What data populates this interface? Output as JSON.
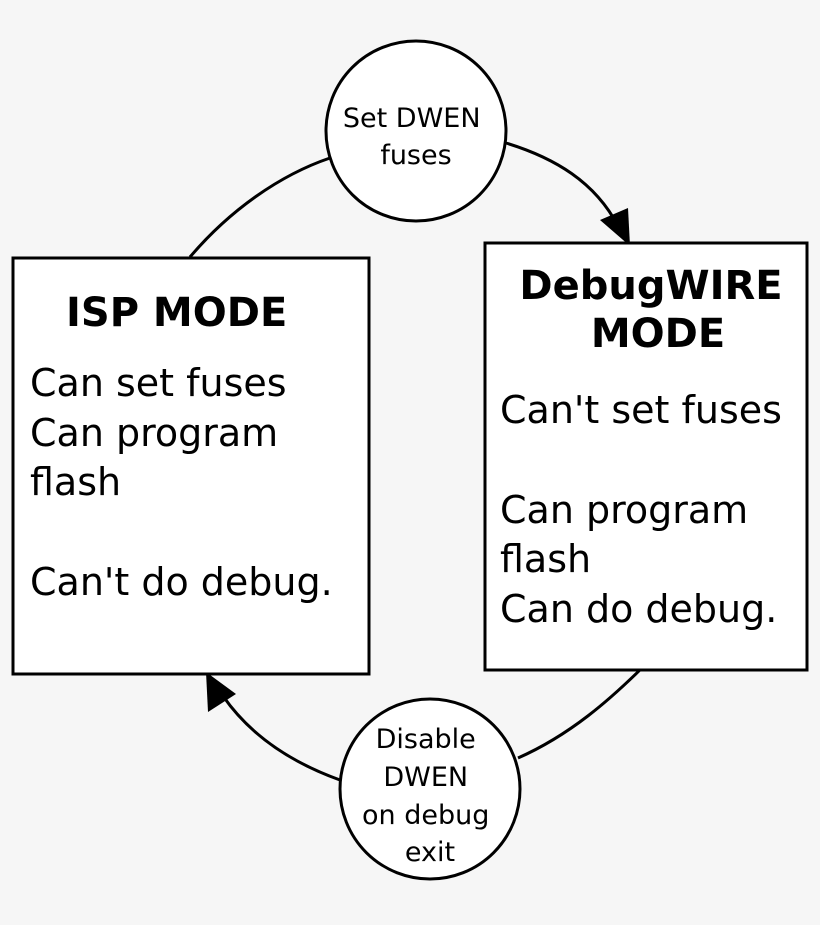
{
  "diagram": {
    "isp_mode": {
      "title": [
        "ISP MODE"
      ],
      "lines": [
        "Can set fuses",
        "Can program",
        "flash",
        "",
        "Can't do debug."
      ]
    },
    "debugwire_mode": {
      "title": [
        "DebugWIRE",
        "MODE"
      ],
      "lines": [
        "Can't set fuses",
        "",
        "Can program",
        "flash",
        "Can do debug."
      ]
    },
    "set_dwen": {
      "lines": [
        "Set DWEN",
        "fuses"
      ]
    },
    "disable_dwen": {
      "lines": [
        "Disable",
        "DWEN",
        "on debug",
        "exit"
      ]
    }
  }
}
